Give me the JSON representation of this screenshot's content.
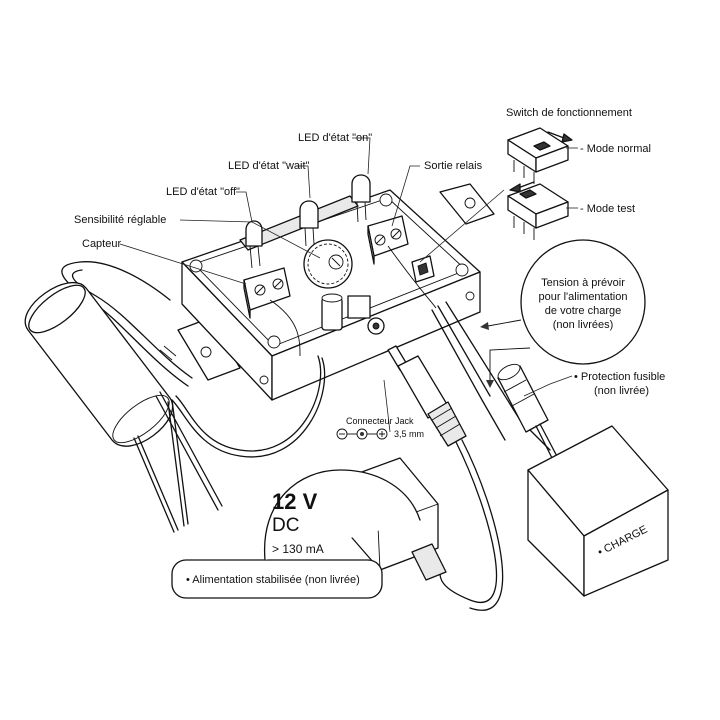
{
  "labels": {
    "led_on": "LED d'état \"on\"",
    "led_wait": "LED d'état \"wait\"",
    "led_off": "LED d'état \"off\"",
    "sortie_relais": "Sortie relais",
    "sensibilite": "Sensibilité réglable",
    "capteur": "Capteur",
    "switch_title": "Switch de fonctionnement",
    "mode_normal": "- Mode normal",
    "mode_test": "- Mode test",
    "tension": [
      "Tension à prévoir",
      "pour l'alimentation",
      "de votre charge",
      "(non livrées)"
    ],
    "protection": [
      "• Protection fusible",
      "(non livrée)"
    ],
    "connecteur": "Connecteur Jack",
    "jack_size": "3,5 mm",
    "charge": "• CHARGE",
    "voltage": "12 V",
    "dc": "DC",
    "current": "> 130 mA",
    "alimentation": "• Alimentation stabilisée (non livrée)"
  },
  "colors": {
    "ink": "#111111",
    "paper": "#ffffff",
    "shade": "#e9e9e9"
  }
}
